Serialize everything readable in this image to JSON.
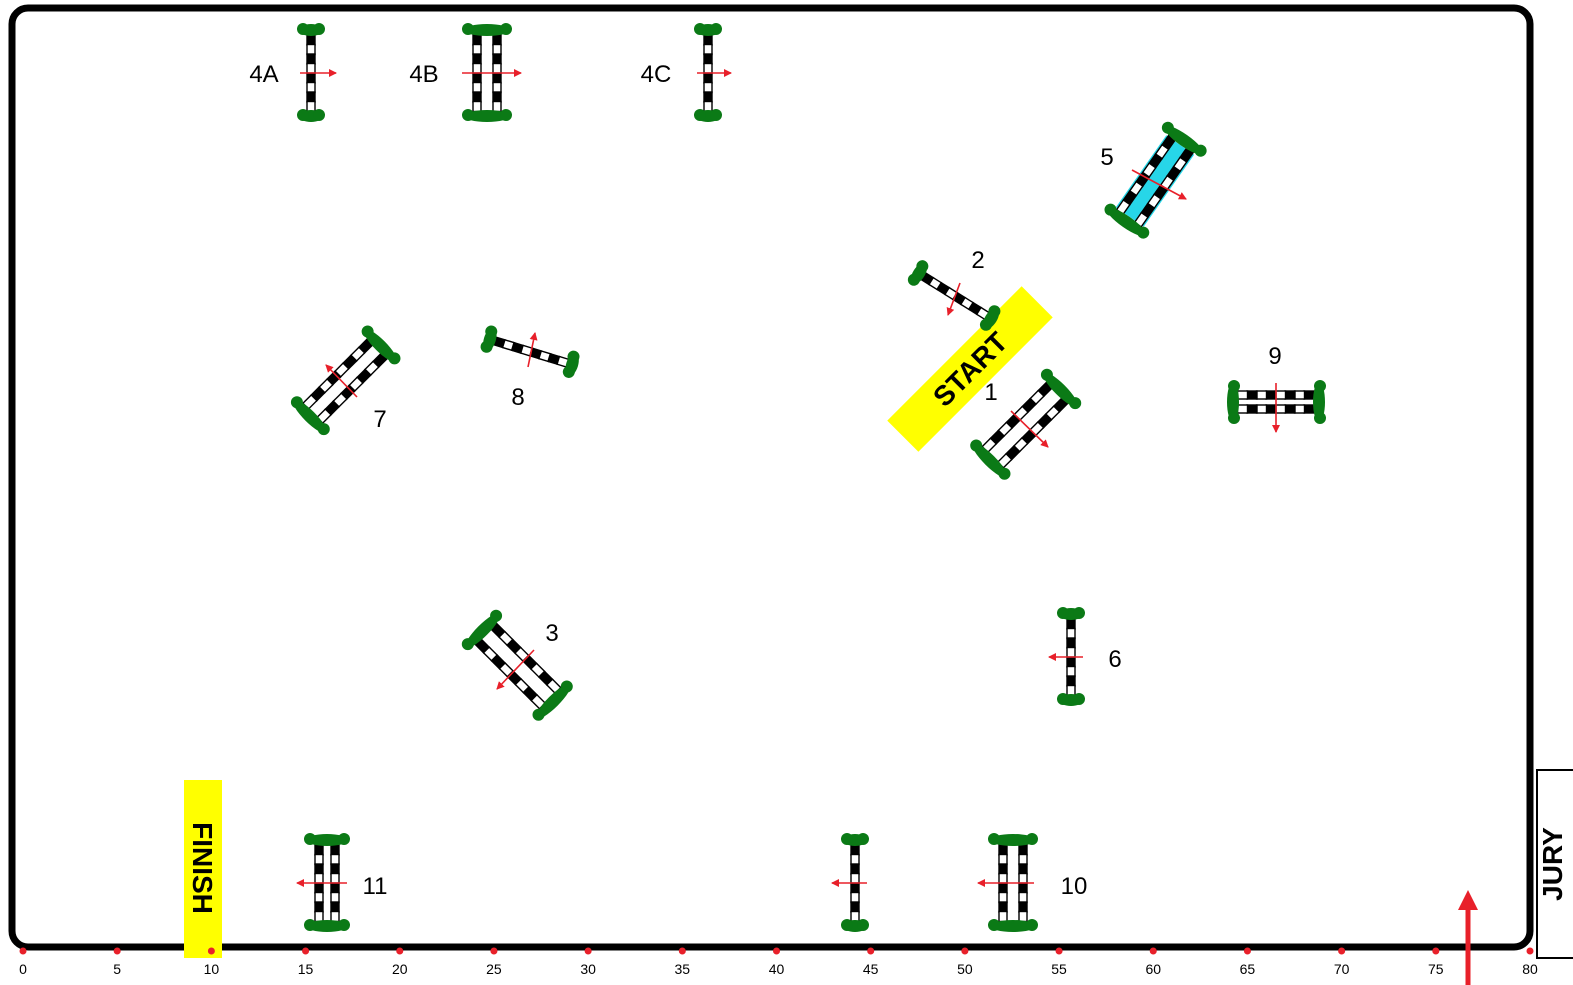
{
  "arena": {
    "scale_ticks": [
      "0",
      "5",
      "10",
      "15",
      "20",
      "25",
      "30",
      "35",
      "40",
      "45",
      "50",
      "55",
      "60",
      "65",
      "70",
      "75",
      "80"
    ],
    "start_label": "START",
    "finish_label": "FINISH",
    "jury_label": "JURY",
    "colors": {
      "border": "#000000",
      "zone_fill": "#ffff00",
      "hedge": "#0b7a16",
      "arrow": "#e8202a",
      "water": "#27d6e8",
      "pole_dark": "#000000",
      "pole_light": "#ffffff"
    }
  },
  "jumps": [
    {
      "label": "4A",
      "kind": "vertical"
    },
    {
      "label": "4B",
      "kind": "oxer"
    },
    {
      "label": "4C",
      "kind": "vertical"
    },
    {
      "label": "5",
      "kind": "water-oxer"
    },
    {
      "label": "2",
      "kind": "vertical"
    },
    {
      "label": "8",
      "kind": "vertical"
    },
    {
      "label": "7",
      "kind": "oxer"
    },
    {
      "label": "1",
      "kind": "oxer"
    },
    {
      "label": "9",
      "kind": "oxer"
    },
    {
      "label": "3",
      "kind": "oxer"
    },
    {
      "label": "6",
      "kind": "vertical"
    },
    {
      "label": "11",
      "kind": "oxer"
    },
    {
      "label": "",
      "kind": "vertical"
    },
    {
      "label": "10",
      "kind": "oxer"
    }
  ]
}
